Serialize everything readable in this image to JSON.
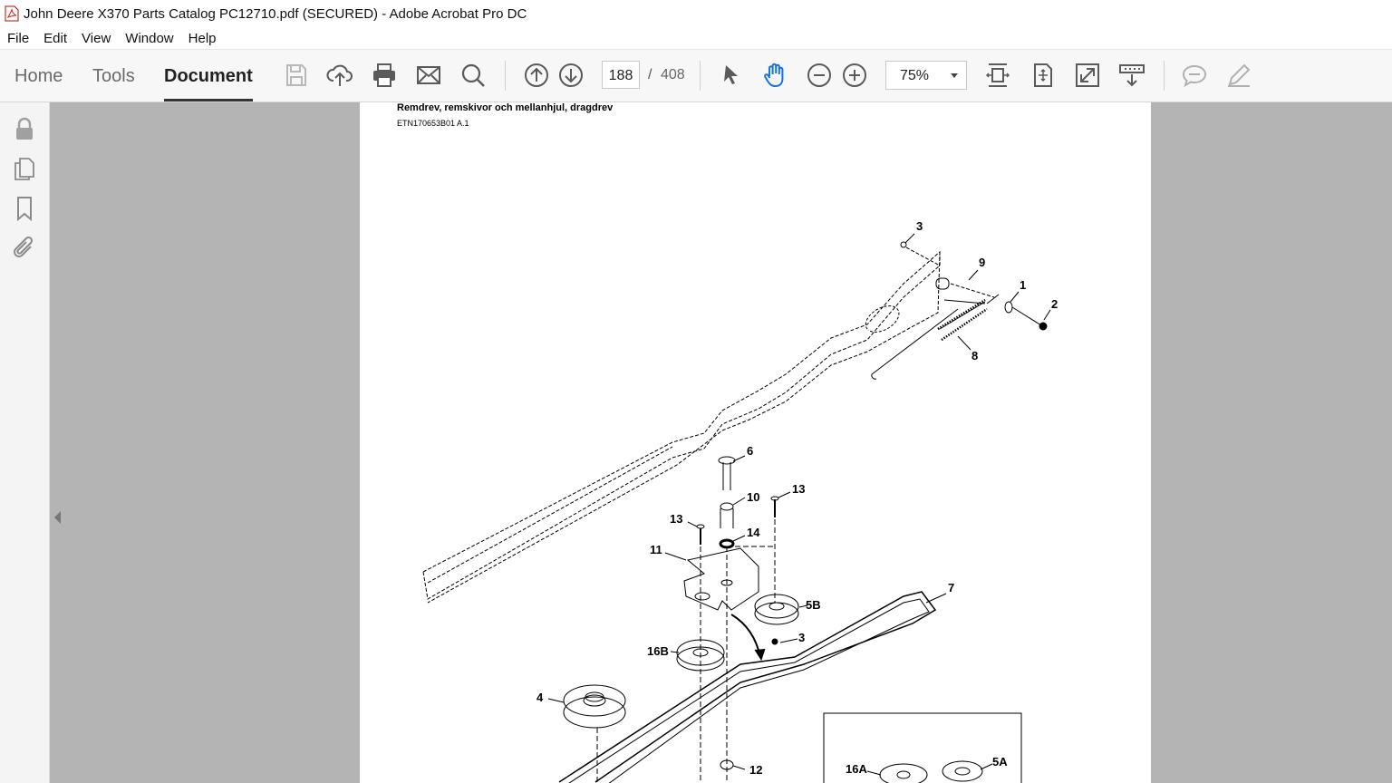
{
  "window": {
    "title": "John Deere X370 Parts Catalog PC12710.pdf (SECURED) - Adobe Acrobat Pro DC"
  },
  "menu": [
    "File",
    "Edit",
    "View",
    "Window",
    "Help"
  ],
  "nav_tabs": {
    "home": "Home",
    "tools": "Tools",
    "document": "Document"
  },
  "pager": {
    "current": "188",
    "separator": "/",
    "total": "408"
  },
  "zoom": {
    "value": "75%"
  },
  "document": {
    "title": "Remdrev, remskivor och mellanhjul, dragdrev",
    "code": "ETN170653B01 A.1"
  },
  "callouts": {
    "c3a": "3",
    "c9": "9",
    "c1": "1",
    "c2": "2",
    "c8": "8",
    "c6": "6",
    "c10": "10",
    "c13a": "13",
    "c13b": "13",
    "c14": "14",
    "c11": "11",
    "c7": "7",
    "c5b": "5B",
    "c3b": "3",
    "c16b": "16B",
    "c4": "4",
    "c12": "12",
    "c16a": "16A",
    "c5a": "5A"
  },
  "colors": {
    "toolbar_bg": "#f7f7f7",
    "viewer_bg": "#b4b4b4",
    "icon_gray": "#5a5a5a",
    "icon_blue": "#1473e6"
  }
}
